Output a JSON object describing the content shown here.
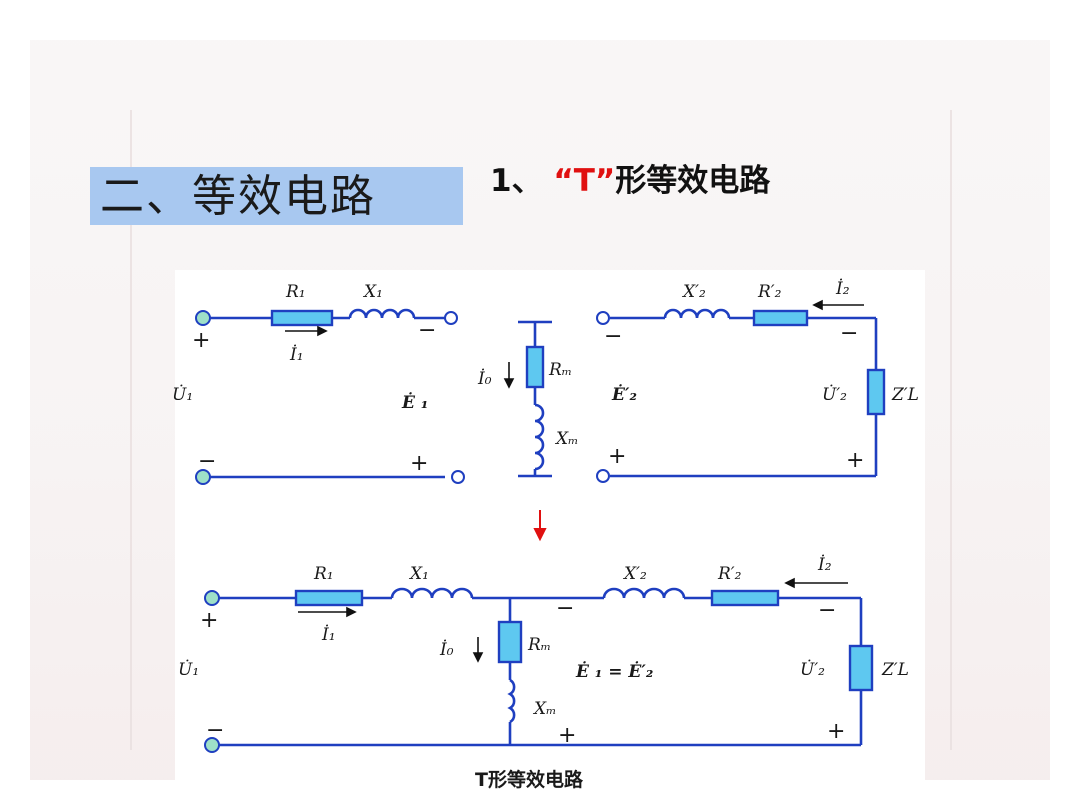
{
  "title": "二、等效电路",
  "subtitle": {
    "number": "1、",
    "quote_open": "“",
    "quote_letter": "T",
    "quote_close": "”",
    "rest": "形等效电路"
  },
  "colors": {
    "title_box": "#a8c8f0",
    "wire": "#1f3fc0",
    "component_fill": "#5ec8f0",
    "accent_red": "#e01010"
  },
  "icons": [
    "terminal-icon",
    "resistor-icon",
    "inductor-icon",
    "current-arrow-icon",
    "flow-down-arrow-icon"
  ],
  "top_left": {
    "r": "R₁",
    "x": "X₁",
    "i": "İ₁",
    "u": "U̇₁",
    "e": "Ė ₁",
    "plus_top": "+",
    "minus_top": "−",
    "minus_bot": "−",
    "plus_bot": "+"
  },
  "top_center": {
    "i0": "İ₀",
    "rm": "Rₘ",
    "xm": "Xₘ"
  },
  "top_right": {
    "x2": "X′₂",
    "r2": "R′₂",
    "i2": "İ₂",
    "u2": "U̇′₂",
    "e2": "Ė′₂",
    "z": "Z′L",
    "minus_l": "−",
    "minus_r": "−",
    "plus_l": "+",
    "plus_r": "+"
  },
  "bottom": {
    "r1": "R₁",
    "x1": "X₁",
    "x2": "X′₂",
    "r2": "R′₂",
    "i1": "İ₁",
    "i2": "İ₂",
    "i0": "İ₀",
    "rm": "Rₘ",
    "xm": "Xₘ",
    "u1": "U̇₁",
    "u2": "U̇′₂",
    "z": "Z′L",
    "equation": "Ė ₁ = Ė′₂",
    "plus_tl": "+",
    "minus_bl": "−",
    "minus_mid": "−",
    "plus_mid": "+",
    "minus_r": "−",
    "plus_r": "+"
  },
  "caption": "T形等效电路"
}
